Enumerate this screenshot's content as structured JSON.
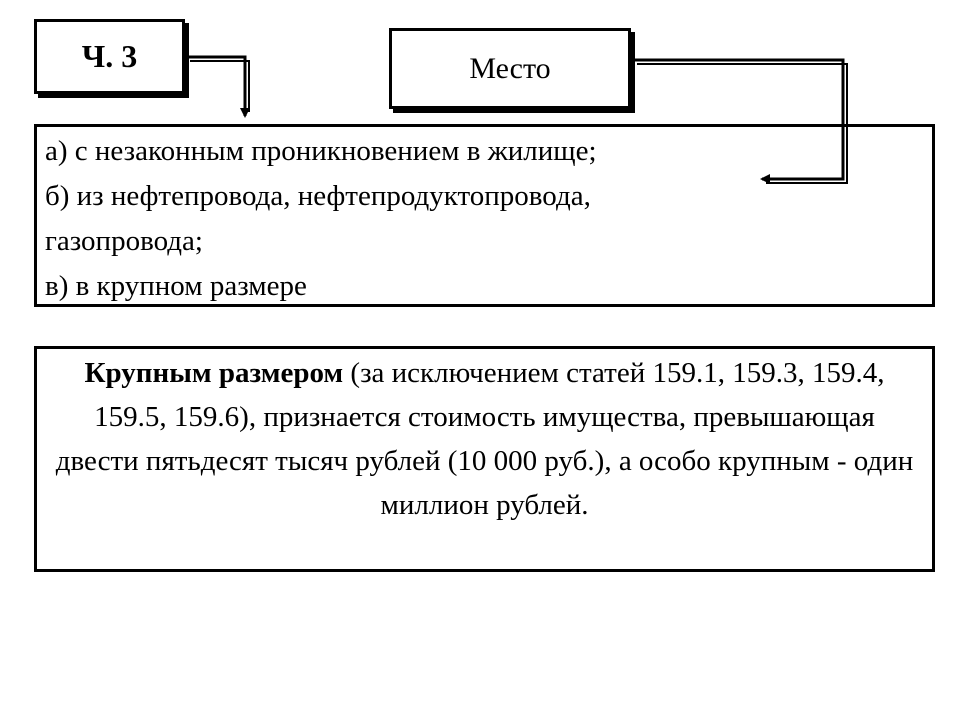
{
  "part_label": "Ч. 3",
  "place_label": "Место",
  "items": [
    "а) с незаконным проникновением в жилище;",
    "б) из нефтепровода, нефтепродуктопровода,",
    "газопровода;",
    "в) в крупном размере"
  ],
  "definition": {
    "term": "Крупным размером",
    "text": " (за исключением статей 159.1, 159.3, 159.4, 159.5, 159.6), признается стоимость имущества, превышающая двести пятьдесят тысяч рублей (10 000 руб.), а особо крупным - один миллион рублей."
  }
}
